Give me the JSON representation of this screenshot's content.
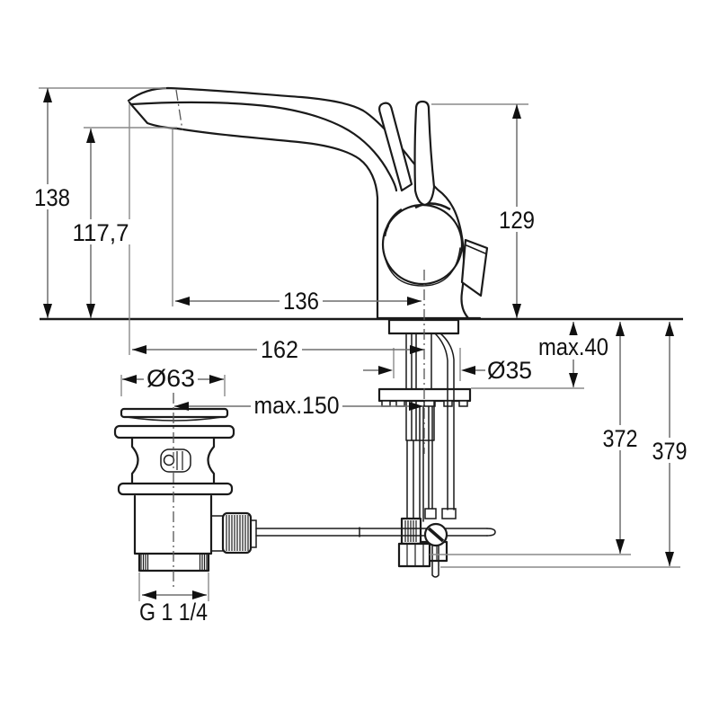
{
  "drawing": {
    "type": "technical-dimension-drawing",
    "subject": "single-lever basin mixer with pop-up waste",
    "units": "mm",
    "colors": {
      "background": "#ffffff",
      "outline": "#1a1a1a",
      "dimension_lines": "#6e6e6e",
      "text": "#111111"
    },
    "labels": {
      "height_overall": "138",
      "height_outlet": "117,7",
      "height_handle": "129",
      "projection_outlet": "136",
      "projection_overall": "162",
      "deck_thickness_max": "max.40",
      "waste_flange_dia": "Ø63",
      "mounting_hole_dia": "Ø35",
      "rod_reach_max": "max.150",
      "hose_depth": "372",
      "rod_depth": "379",
      "waste_thread": "G 1 1/4"
    }
  }
}
